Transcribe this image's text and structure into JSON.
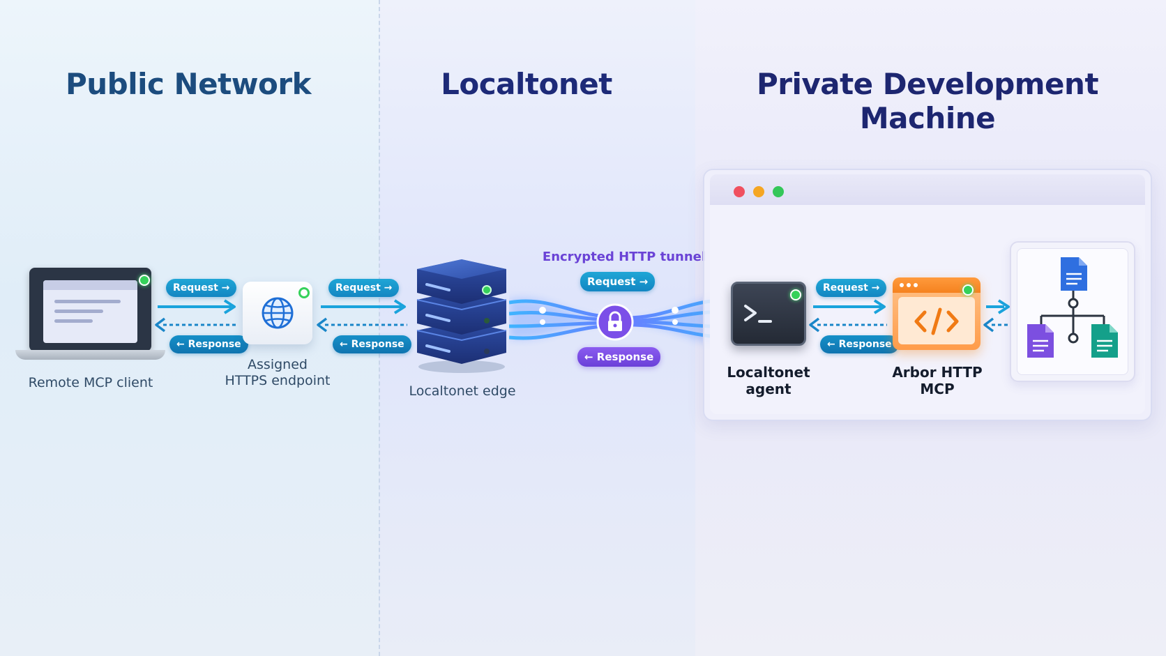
{
  "zones": {
    "public_title": "Public Network",
    "localtonet_title": "Localtonet",
    "private_title": "Private Development Machine"
  },
  "nodes": {
    "client": "Remote MCP client",
    "endpoint_line1": "Assigned",
    "endpoint_line2": "HTTPS endpoint",
    "edge": "Localtonet edge",
    "agent": "Localtonet agent",
    "mcp": "Arbor HTTP MCP"
  },
  "tunnel_label": "Encrypted HTTP tunnel",
  "pills": {
    "request": "Request →",
    "response": "← Response"
  },
  "colors": {
    "request_arrow": "#1aa3dc",
    "response_arrow": "#1a86c8",
    "tunnel": "#4f8cff",
    "accent_purple": "#7a4fe6",
    "status_green": "#35d15a",
    "mcp_orange": "#ff9a3c"
  },
  "icons": [
    "laptop-icon",
    "globe-icon",
    "server-stack-icon",
    "lock-icon",
    "terminal-icon",
    "code-icon",
    "document-icon"
  ]
}
